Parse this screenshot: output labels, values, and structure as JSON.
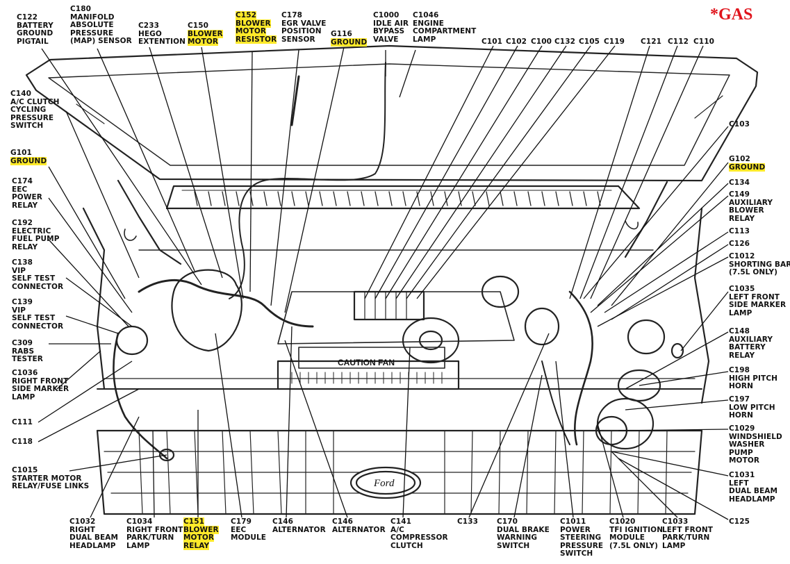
{
  "badge": "*GAS",
  "highlight_color": "#ffea2a",
  "badge_color": "#e0141c",
  "art_texts": {
    "caution_fan": "CAUTION FAN",
    "logo": "Ford"
  },
  "labels": [
    {
      "id": "c122",
      "lines": [
        "C122",
        "BATTERY",
        "GROUND",
        "PIGTAIL"
      ],
      "hl": []
    },
    {
      "id": "c180",
      "lines": [
        "C180",
        "MANIFOLD",
        "ABSOLUTE",
        "PRESSURE",
        "(MAP) SENSOR"
      ],
      "hl": []
    },
    {
      "id": "c233",
      "lines": [
        "C233",
        "HEGO",
        "EXTENTION"
      ],
      "hl": []
    },
    {
      "id": "c150",
      "lines": [
        "C150",
        "BLOWER",
        "MOTOR"
      ],
      "hl": [
        1,
        2
      ]
    },
    {
      "id": "c152",
      "lines": [
        "C152",
        "BLOWER",
        "MOTOR",
        "RESISTOR"
      ],
      "hl": [
        0,
        1,
        2,
        3
      ]
    },
    {
      "id": "c178",
      "lines": [
        "C178",
        "EGR VALVE",
        "POSITION",
        "SENSOR"
      ],
      "hl": []
    },
    {
      "id": "g116",
      "lines": [
        "G116",
        "GROUND"
      ],
      "hl": [
        1
      ]
    },
    {
      "id": "c1000",
      "lines": [
        "C1000",
        "IDLE AIR",
        "BYPASS",
        "VALVE"
      ],
      "hl": []
    },
    {
      "id": "c1046",
      "lines": [
        "C1046",
        "ENGINE",
        "COMPARTMENT",
        "LAMP"
      ],
      "hl": []
    },
    {
      "id": "c101",
      "lines": [
        "C101"
      ],
      "hl": []
    },
    {
      "id": "c102",
      "lines": [
        "C102"
      ],
      "hl": []
    },
    {
      "id": "c100",
      "lines": [
        "C100"
      ],
      "hl": []
    },
    {
      "id": "c132",
      "lines": [
        "C132"
      ],
      "hl": []
    },
    {
      "id": "c105",
      "lines": [
        "C105"
      ],
      "hl": []
    },
    {
      "id": "c119",
      "lines": [
        "C119"
      ],
      "hl": []
    },
    {
      "id": "c121",
      "lines": [
        "C121"
      ],
      "hl": []
    },
    {
      "id": "c112",
      "lines": [
        "C112"
      ],
      "hl": []
    },
    {
      "id": "c110",
      "lines": [
        "C110"
      ],
      "hl": []
    },
    {
      "id": "c140",
      "lines": [
        "C140",
        "A/C CLUTCH",
        "CYCLING",
        "PRESSURE",
        "SWITCH"
      ],
      "hl": []
    },
    {
      "id": "g101",
      "lines": [
        "G101",
        "GROUND"
      ],
      "hl": [
        1
      ]
    },
    {
      "id": "c174",
      "lines": [
        "C174",
        "EEC",
        "POWER",
        "RELAY"
      ],
      "hl": []
    },
    {
      "id": "c192",
      "lines": [
        "C192",
        "ELECTRIC",
        "FUEL PUMP",
        "RELAY"
      ],
      "hl": []
    },
    {
      "id": "c138",
      "lines": [
        "C138",
        "VIP",
        "SELF TEST",
        "CONNECTOR"
      ],
      "hl": []
    },
    {
      "id": "c139",
      "lines": [
        "C139",
        "VIP",
        "SELF TEST",
        "CONNECTOR"
      ],
      "hl": []
    },
    {
      "id": "c309",
      "lines": [
        "C309",
        "RABS",
        "TESTER"
      ],
      "hl": []
    },
    {
      "id": "c1036",
      "lines": [
        "C1036",
        "RIGHT FRONT",
        "SIDE MARKER",
        "LAMP"
      ],
      "hl": []
    },
    {
      "id": "c111",
      "lines": [
        "C111"
      ],
      "hl": []
    },
    {
      "id": "c118",
      "lines": [
        "C118"
      ],
      "hl": []
    },
    {
      "id": "c1015",
      "lines": [
        "C1015",
        "STARTER MOTOR",
        "RELAY/FUSE LINKS"
      ],
      "hl": []
    },
    {
      "id": "c1032",
      "lines": [
        "C1032",
        "RIGHT",
        "DUAL BEAM",
        "HEADLAMP"
      ],
      "hl": []
    },
    {
      "id": "c1034",
      "lines": [
        "C1034",
        "RIGHT FRONT",
        "PARK/TURN",
        "LAMP"
      ],
      "hl": []
    },
    {
      "id": "c151",
      "lines": [
        "C151",
        "BLOWER",
        "MOTOR",
        "RELAY"
      ],
      "hl": [
        0,
        1,
        2,
        3
      ]
    },
    {
      "id": "c179",
      "lines": [
        "C179",
        "EEC",
        "MODULE"
      ],
      "hl": []
    },
    {
      "id": "c146a",
      "lines": [
        "C146",
        "ALTERNATOR"
      ],
      "hl": []
    },
    {
      "id": "c146b",
      "lines": [
        "C146",
        "ALTERNATOR"
      ],
      "hl": []
    },
    {
      "id": "c141",
      "lines": [
        "C141",
        "A/C",
        "COMPRESSOR",
        "CLUTCH"
      ],
      "hl": []
    },
    {
      "id": "c133",
      "lines": [
        "C133"
      ],
      "hl": []
    },
    {
      "id": "c170",
      "lines": [
        "C170",
        "DUAL BRAKE",
        "WARNING",
        "SWITCH"
      ],
      "hl": []
    },
    {
      "id": "c1011",
      "lines": [
        "C1011",
        "POWER",
        "STEERING",
        "PRESSURE",
        "SWITCH"
      ],
      "hl": []
    },
    {
      "id": "c1020",
      "lines": [
        "C1020",
        "TFI IGNITION",
        "MODULE",
        "(7.5L ONLY)"
      ],
      "hl": []
    },
    {
      "id": "c1033",
      "lines": [
        "C1033",
        "LEFT FRONT",
        "PARK/TURN",
        "LAMP"
      ],
      "hl": []
    },
    {
      "id": "c125",
      "lines": [
        "C125"
      ],
      "hl": []
    },
    {
      "id": "c103",
      "lines": [
        "C103"
      ],
      "hl": []
    },
    {
      "id": "g102",
      "lines": [
        "G102",
        "GROUND"
      ],
      "hl": [
        1
      ]
    },
    {
      "id": "c134",
      "lines": [
        "C134"
      ],
      "hl": []
    },
    {
      "id": "c149",
      "lines": [
        "C149",
        "AUXILIARY",
        "BLOWER",
        "RELAY"
      ],
      "hl": []
    },
    {
      "id": "c113",
      "lines": [
        "C113"
      ],
      "hl": []
    },
    {
      "id": "c126",
      "lines": [
        "C126"
      ],
      "hl": []
    },
    {
      "id": "c1012",
      "lines": [
        "C1012",
        "SHORTING BAR",
        "(7.5L ONLY)"
      ],
      "hl": []
    },
    {
      "id": "c1035",
      "lines": [
        "C1035",
        "LEFT FRONT",
        "SIDE MARKER",
        "LAMP"
      ],
      "hl": []
    },
    {
      "id": "c148",
      "lines": [
        "C148",
        "AUXILIARY",
        "BATTERY",
        "RELAY"
      ],
      "hl": []
    },
    {
      "id": "c198",
      "lines": [
        "C198",
        "HIGH PITCH",
        "HORN"
      ],
      "hl": []
    },
    {
      "id": "c197",
      "lines": [
        "C197",
        "LOW PITCH",
        "HORN"
      ],
      "hl": []
    },
    {
      "id": "c1029",
      "lines": [
        "C1029",
        "WINDSHIELD",
        "WASHER",
        "PUMP",
        "MOTOR"
      ],
      "hl": []
    },
    {
      "id": "c1031",
      "lines": [
        "C1031",
        "LEFT",
        "DUAL BEAM",
        "HEADLAMP"
      ],
      "hl": []
    },
    {
      "id": "c1031_dummy",
      "lines": [],
      "hl": []
    }
  ]
}
